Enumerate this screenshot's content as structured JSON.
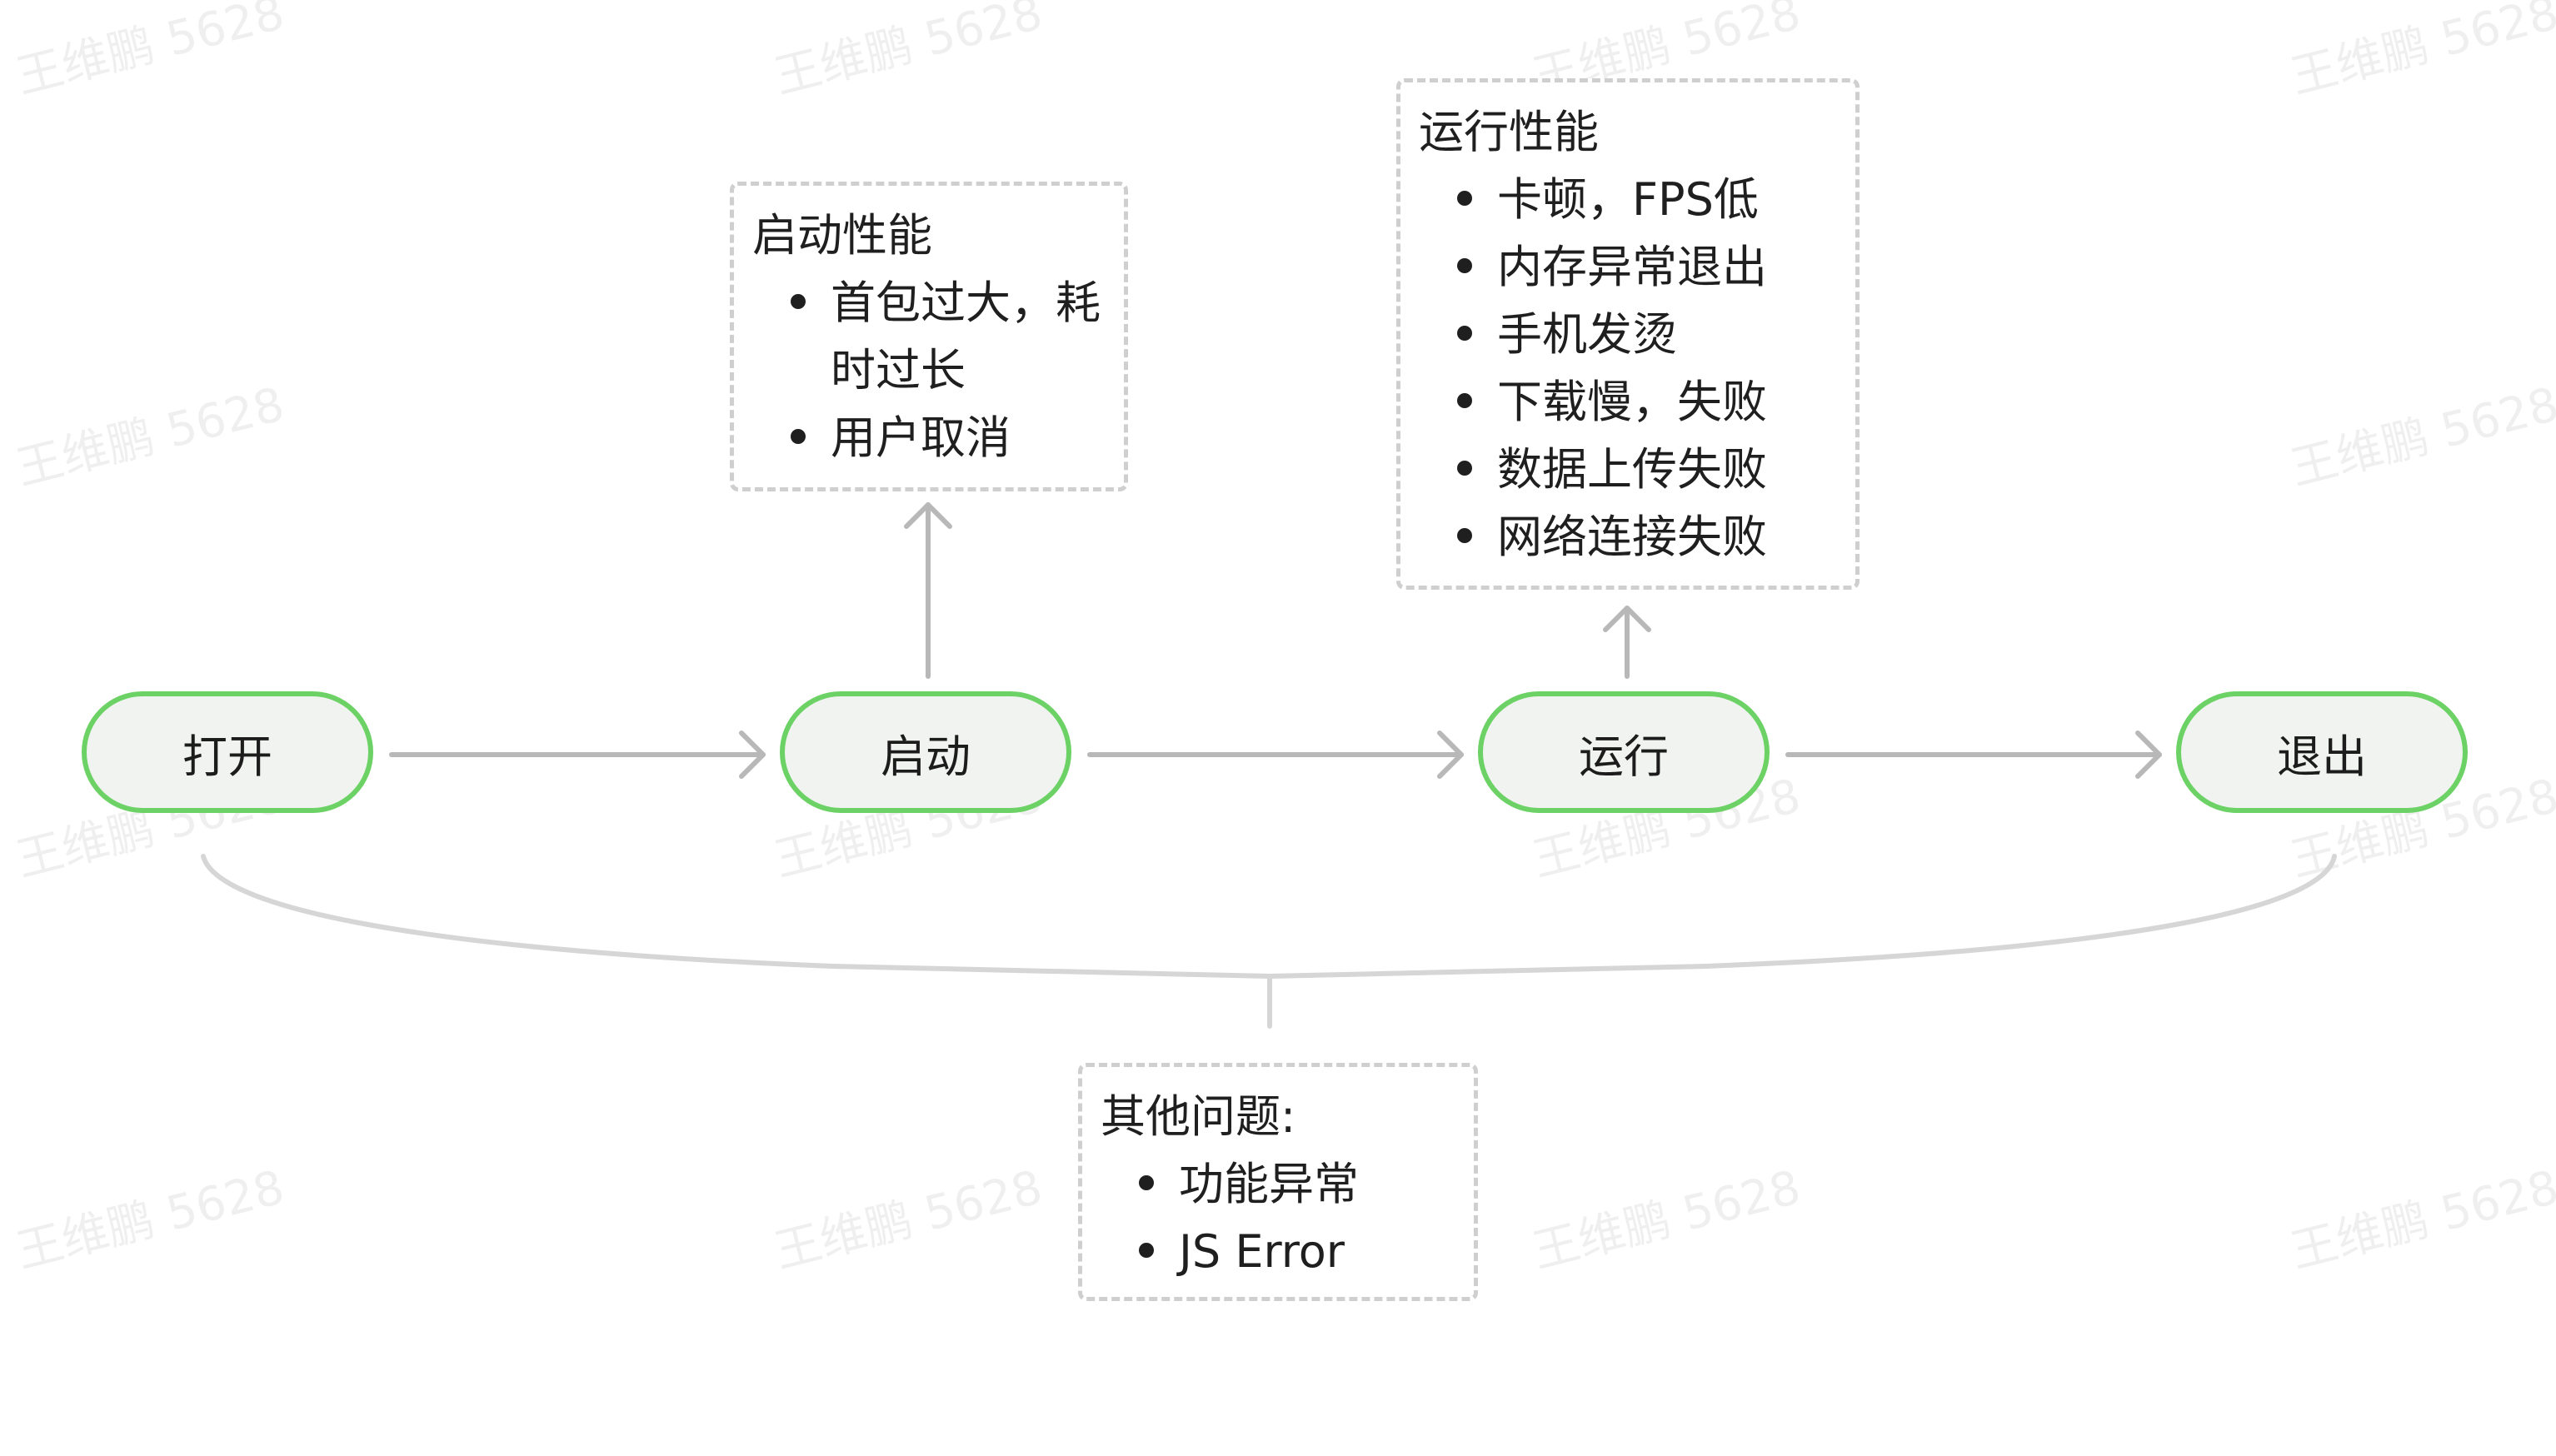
{
  "watermark": "王维鹏 5628",
  "nodes": {
    "open": "打开",
    "start": "启动",
    "run": "运行",
    "exit": "退出"
  },
  "notes": {
    "startup": {
      "title": "启动性能",
      "items": [
        "首包过大，耗时过长",
        "用户取消"
      ]
    },
    "runtime": {
      "title": "运行性能",
      "items": [
        "卡顿，FPS低",
        "内存异常退出",
        "手机发烫",
        "下载慢，失败",
        "数据上传失败",
        "网络连接失败"
      ]
    },
    "other": {
      "title": "其他问题:",
      "items": [
        "功能异常",
        "JS Error"
      ]
    }
  },
  "colors": {
    "node_border": "#6cd266",
    "node_fill": "#f1f3f0",
    "arrow": "#b8b8b8",
    "dashed_border": "#cfcfcf"
  }
}
